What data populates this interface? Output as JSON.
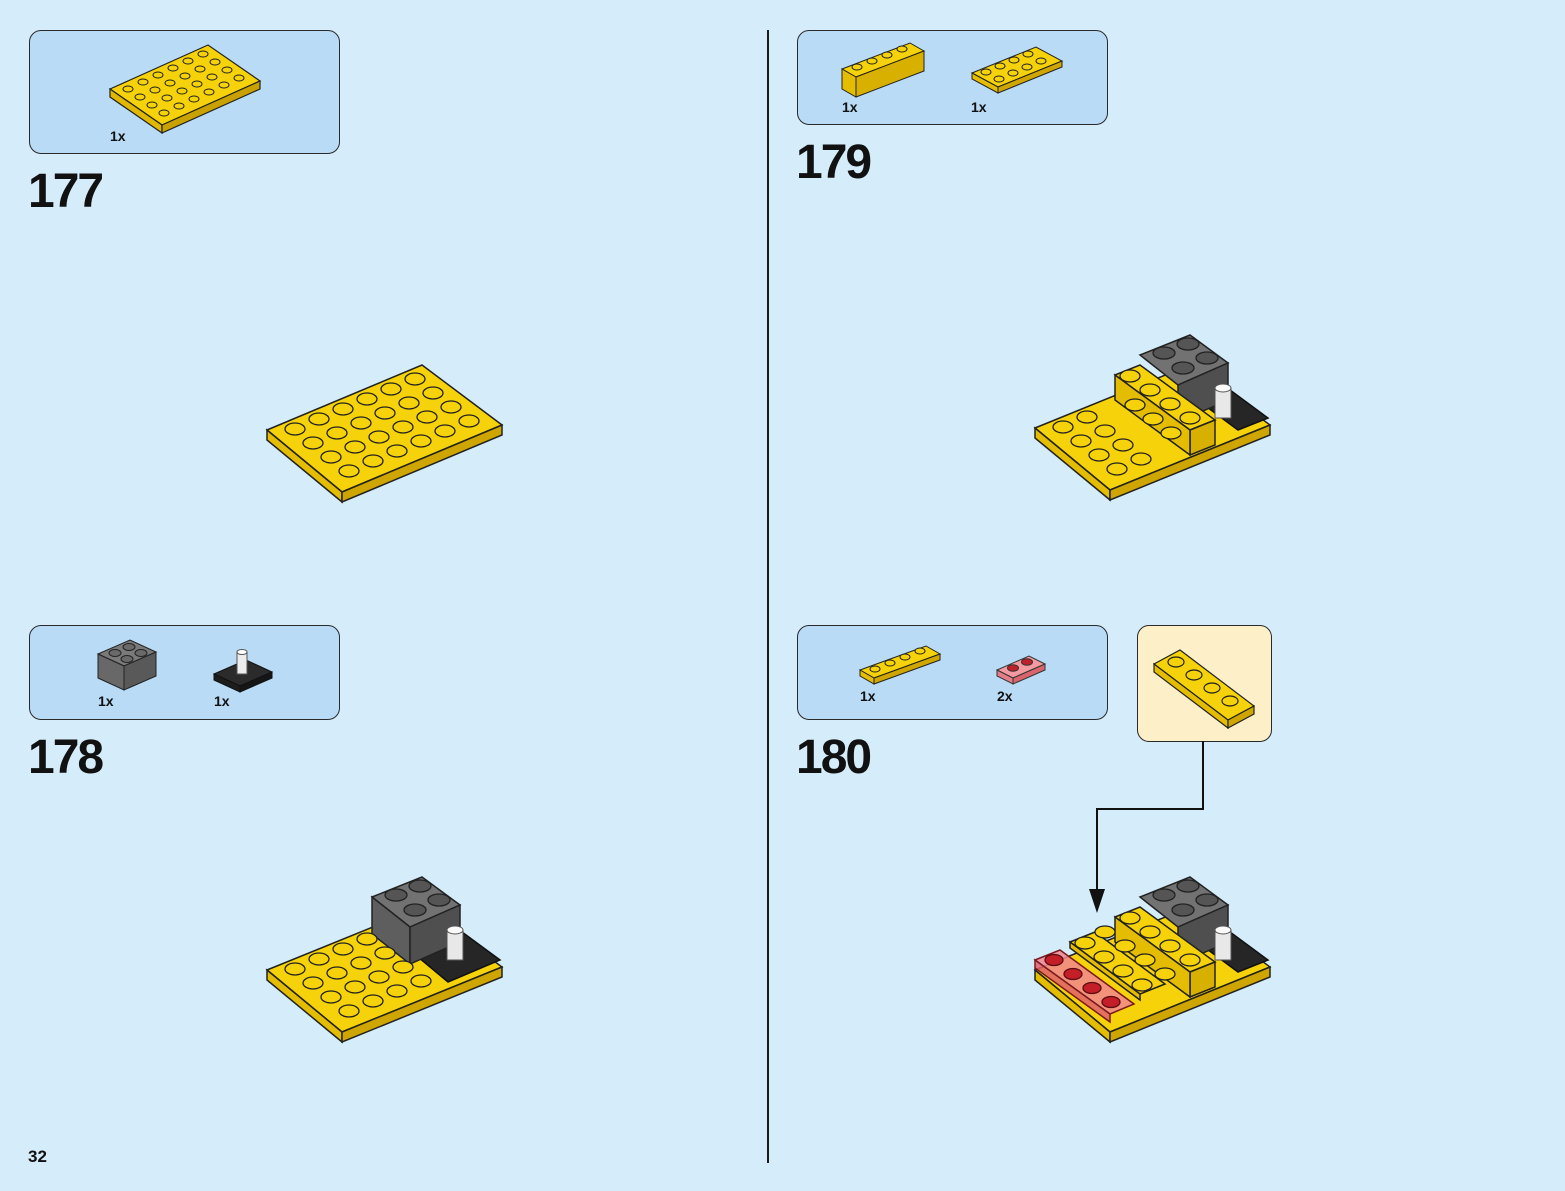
{
  "page_number": "32",
  "steps": [
    {
      "number": "177",
      "parts": [
        {
          "qty": "1x",
          "part": "yellow-plate-4x6-icon"
        }
      ]
    },
    {
      "number": "178",
      "parts": [
        {
          "qty": "1x",
          "part": "dark-gray-brick-2x2-icon"
        },
        {
          "qty": "1x",
          "part": "black-plate-2x2-with-transparent-bar-icon"
        }
      ]
    },
    {
      "number": "179",
      "parts": [
        {
          "qty": "1x",
          "part": "yellow-brick-1x4-icon"
        },
        {
          "qty": "1x",
          "part": "yellow-plate-2x4-icon"
        }
      ]
    },
    {
      "number": "180",
      "parts": [
        {
          "qty": "1x",
          "part": "yellow-plate-1x4-icon"
        },
        {
          "qty": "2x",
          "part": "transparent-red-plate-1x2-icon"
        }
      ],
      "callout": "yellow-plate-1x4-icon"
    }
  ],
  "colors": {
    "background": "#d5ecfa",
    "parts_box": "#b9dbf5",
    "callout_box": "#fdefc8",
    "brick_yellow": "#f5d20a",
    "dark_gray": "#6b6b6b",
    "black": "#262626",
    "trans_red": "#d8353a"
  }
}
